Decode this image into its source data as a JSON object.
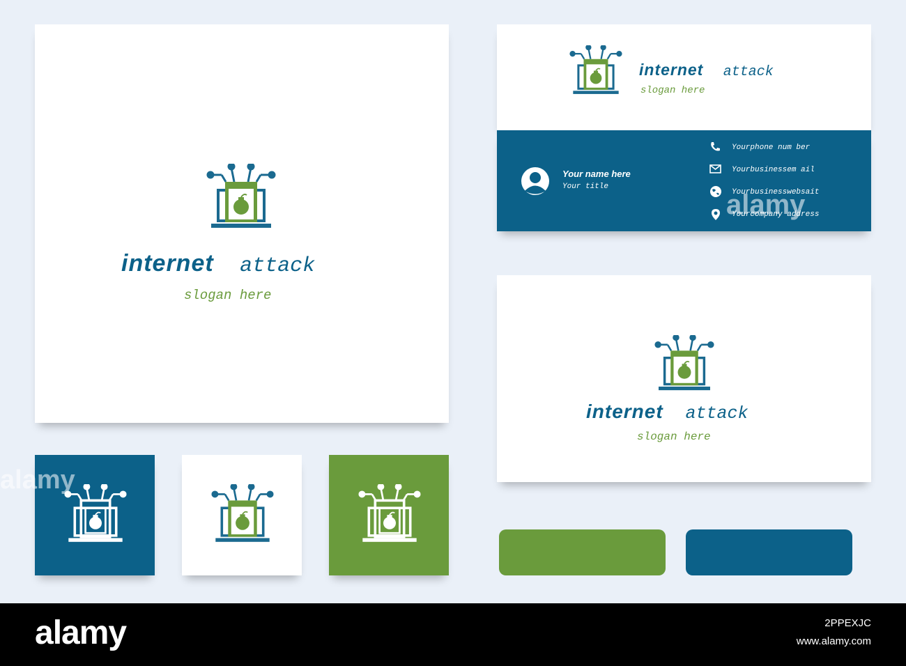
{
  "brand": {
    "word1": "internet",
    "word2": "attack",
    "slogan": "slogan here"
  },
  "business_card": {
    "name": "Your name here",
    "title": "Your title",
    "phone": "Yourphone num ber",
    "email": "Yourbusinessem ail",
    "website": "Yourbusinesswebsait",
    "address": "Yourcompany address"
  },
  "watermark": "alamy",
  "footer": {
    "logo": "alamy",
    "image_id": "2PPEXJC",
    "site": "www.alamy.com"
  },
  "colors": {
    "blue": "#0c6189",
    "green": "#6a9b3c",
    "background": "#eaf0f8",
    "white": "#ffffff"
  },
  "icons": [
    "laptop-bomb-logo-icon",
    "user-avatar-icon",
    "phone-icon",
    "email-icon",
    "globe-icon",
    "location-pin-icon"
  ]
}
